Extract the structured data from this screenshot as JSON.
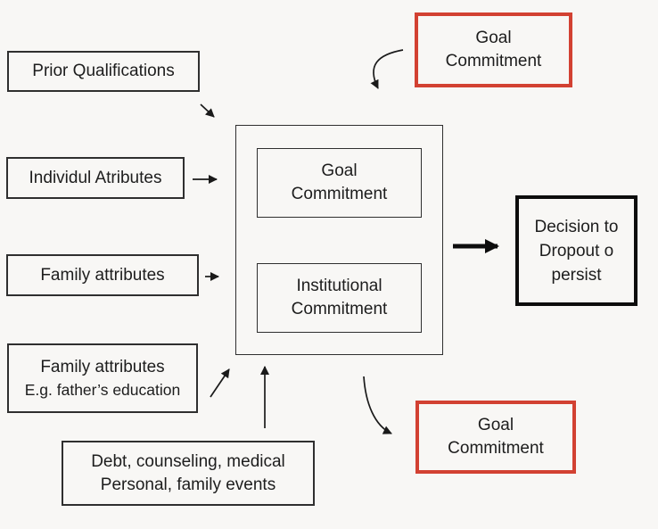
{
  "title": "Student dropout / persistence model diagram",
  "colors": {
    "background": "#f8f7f5",
    "red_accent": "#d24132",
    "line_black": "#1a1a1a"
  },
  "boxes": {
    "prior_qualifications": {
      "label": "Prior Qualifications"
    },
    "individual_attributes": {
      "label": "Individul Atributes"
    },
    "family_attributes": {
      "label": "Family attributes"
    },
    "family_attributes_detail": {
      "line1": "Family attributes",
      "line2": "E.g. father’s education"
    },
    "life_events": {
      "line1": "Debt, counseling, medical",
      "line2": "Personal, family events"
    },
    "goal_commitment_inner": {
      "line1": "Goal",
      "line2": "Commitment"
    },
    "institutional_commitment": {
      "line1": "Institutional",
      "line2": "Commitment"
    },
    "decision": {
      "line1": "Decision to",
      "line2": "Dropout o",
      "line3": "persist"
    },
    "goal_commitment_top": {
      "line1": "Goal",
      "line2": "Commitment"
    },
    "goal_commitment_bottom": {
      "line1": "Goal",
      "line2": "Commitment"
    }
  }
}
